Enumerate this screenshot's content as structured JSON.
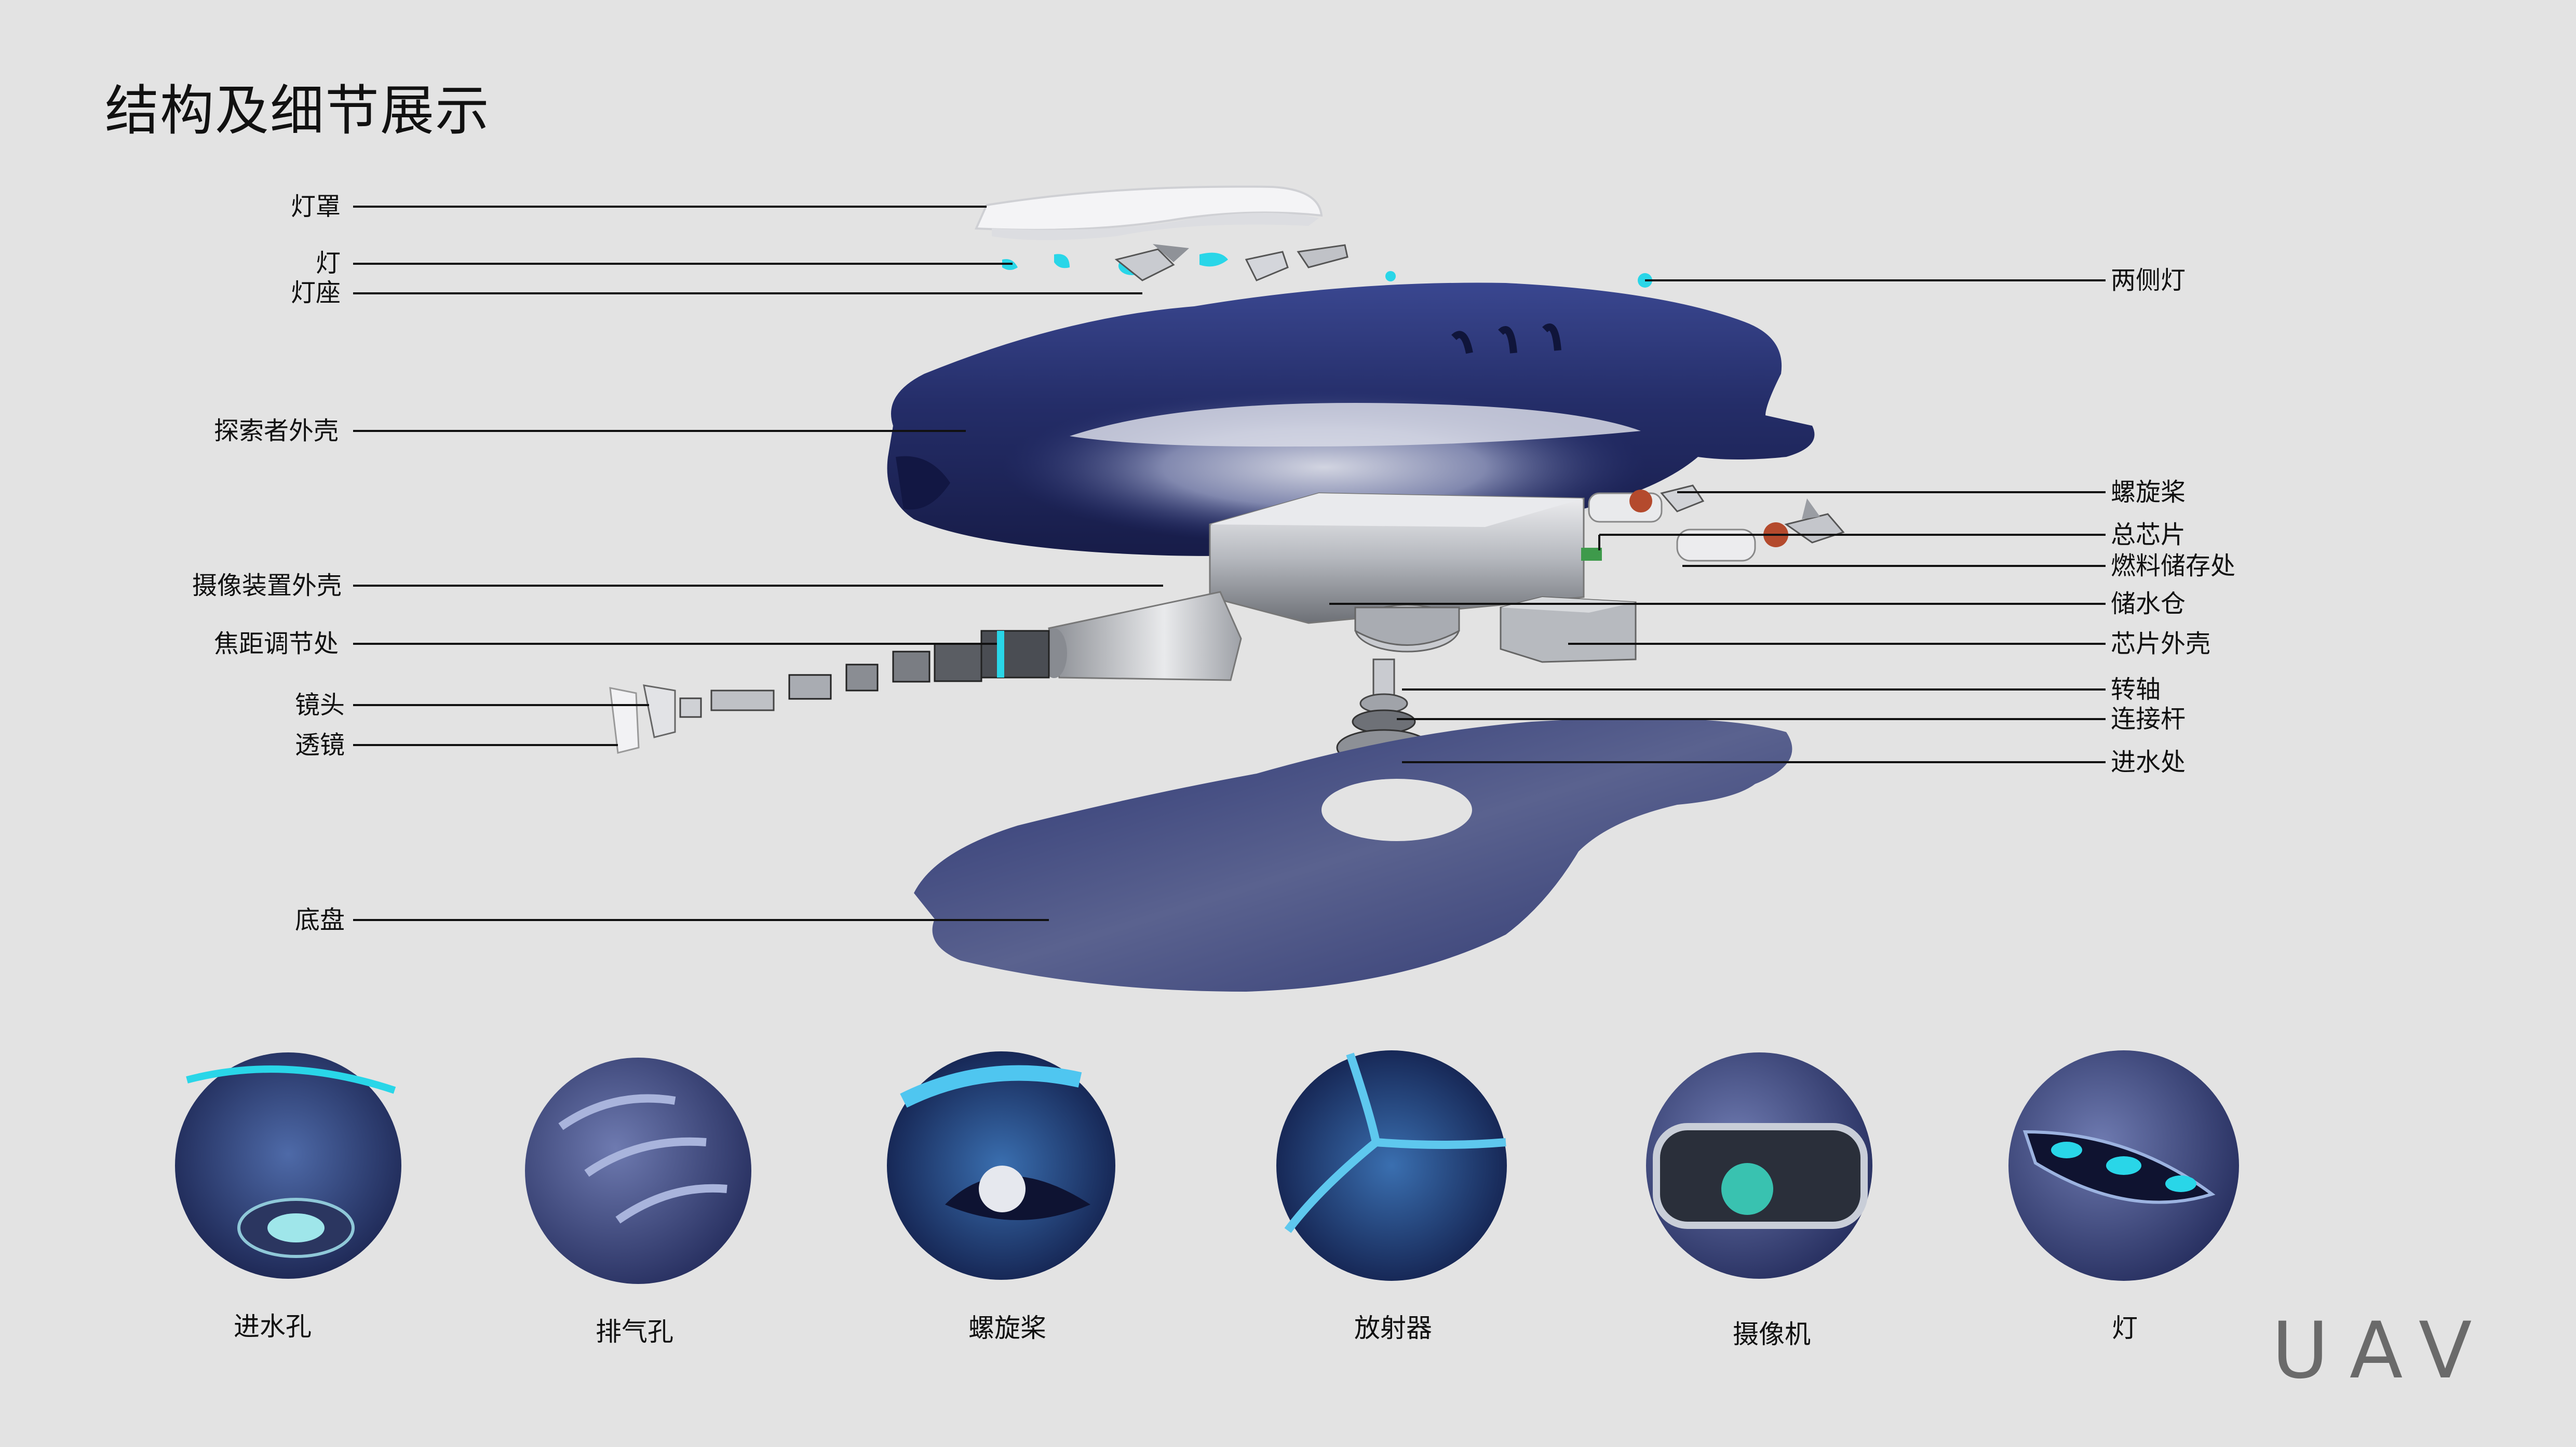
{
  "title": "结构及细节展示",
  "brand": "UAV",
  "callouts_left": {
    "light_cover": "灯罩",
    "light": "灯",
    "light_base": "灯座",
    "explorer_shell": "探索者外壳",
    "camera_housing": "摄像装置外壳",
    "focus_adjust": "焦距调节处",
    "lens": "镜头",
    "transparent_lens": "透镜",
    "chassis": "底盘"
  },
  "callouts_right": {
    "side_lights": "两侧灯",
    "propeller": "螺旋桨",
    "main_chip": "总芯片",
    "fuel_storage": "燃料储存处",
    "water_tank": "储水仓",
    "chip_housing": "芯片外壳",
    "rotating_shaft": "转轴",
    "connecting_rod": "连接杆",
    "water_inlet": "进水处"
  },
  "details": [
    {
      "label": "进水孔"
    },
    {
      "label": "排气孔"
    },
    {
      "label": "螺旋桨"
    },
    {
      "label": "放射器"
    },
    {
      "label": "摄像机"
    },
    {
      "label": "灯"
    }
  ],
  "colors": {
    "background": "#e3e3e3",
    "shell_blue": "#2a3575",
    "accent_cyan": "#29d6e8",
    "metal": "#b9bcc2"
  }
}
